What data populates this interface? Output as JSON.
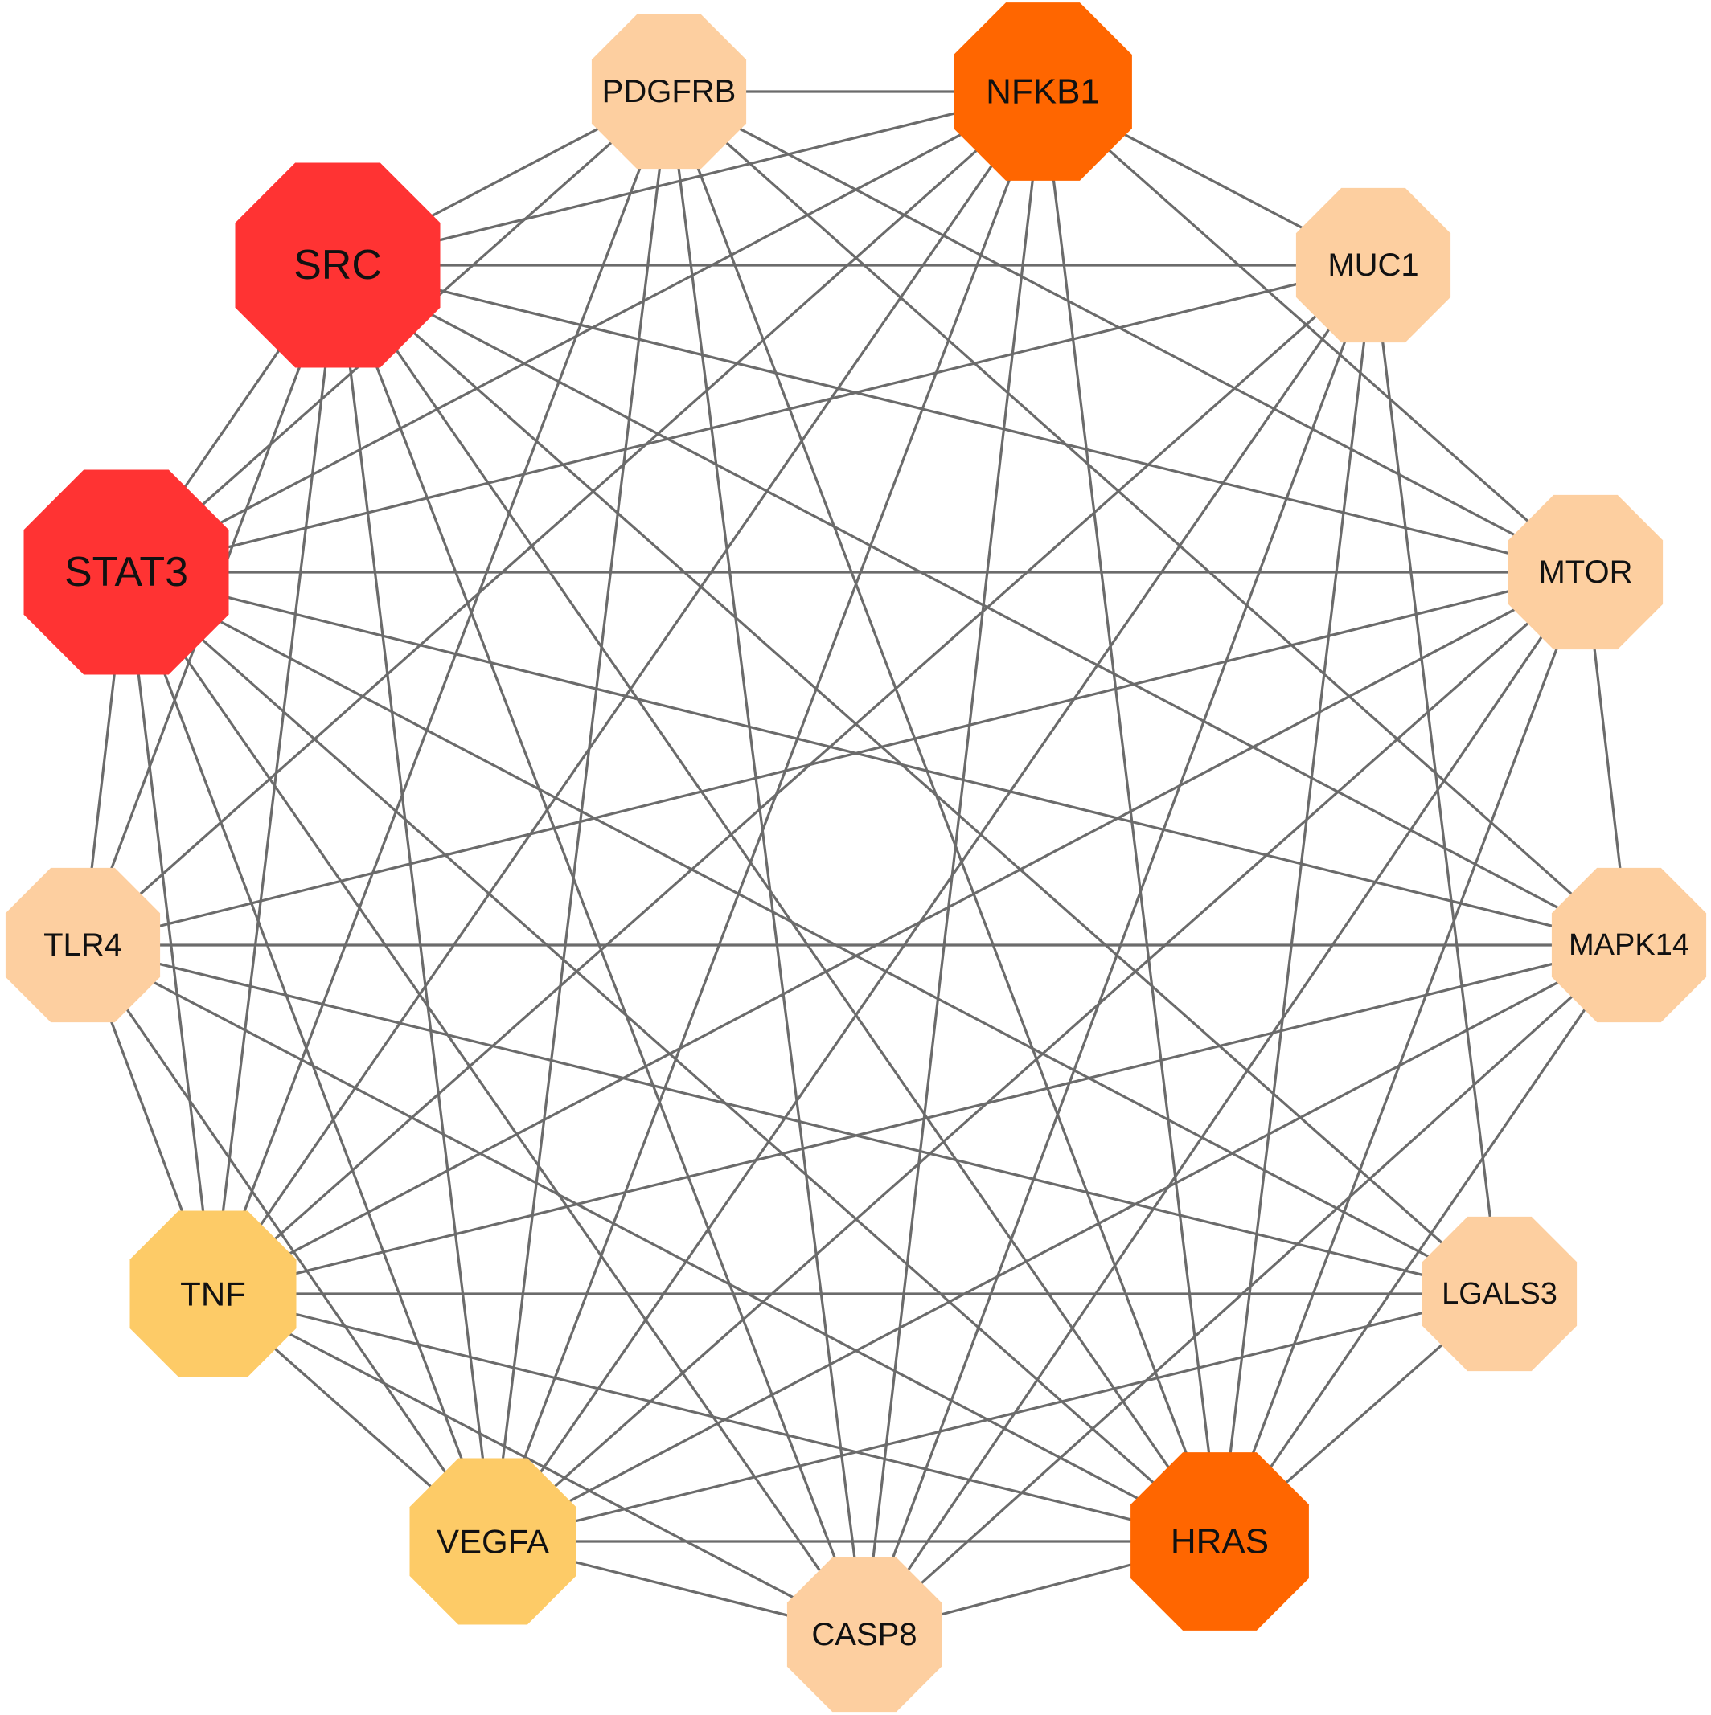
{
  "network": {
    "nodes": [
      {
        "id": "PDGFRB",
        "label": "PDGFRB",
        "color": "#FDCFA0",
        "tier": "low"
      },
      {
        "id": "NFKB1",
        "label": "NFKB1",
        "color": "#FF6600",
        "tier": "high"
      },
      {
        "id": "MUC1",
        "label": "MUC1",
        "color": "#FDCFA0",
        "tier": "low"
      },
      {
        "id": "MTOR",
        "label": "MTOR",
        "color": "#FDCFA0",
        "tier": "low"
      },
      {
        "id": "MAPK14",
        "label": "MAPK14",
        "color": "#FDCFA0",
        "tier": "low"
      },
      {
        "id": "LGALS3",
        "label": "LGALS3",
        "color": "#FDCFA0",
        "tier": "low"
      },
      {
        "id": "HRAS",
        "label": "HRAS",
        "color": "#FF6600",
        "tier": "high"
      },
      {
        "id": "CASP8",
        "label": "CASP8",
        "color": "#FDCFA0",
        "tier": "low"
      },
      {
        "id": "VEGFA",
        "label": "VEGFA",
        "color": "#FDCB67",
        "tier": "mid"
      },
      {
        "id": "TNF",
        "label": "TNF",
        "color": "#FDCB67",
        "tier": "mid"
      },
      {
        "id": "TLR4",
        "label": "TLR4",
        "color": "#FDCFA0",
        "tier": "low"
      },
      {
        "id": "STAT3",
        "label": "STAT3",
        "color": "#FF3333",
        "tier": "top"
      },
      {
        "id": "SRC",
        "label": "SRC",
        "color": "#FF3333",
        "tier": "top"
      }
    ],
    "edges": [
      [
        "SRC",
        "PDGFRB"
      ],
      [
        "SRC",
        "NFKB1"
      ],
      [
        "SRC",
        "MUC1"
      ],
      [
        "SRC",
        "MTOR"
      ],
      [
        "SRC",
        "MAPK14"
      ],
      [
        "SRC",
        "LGALS3"
      ],
      [
        "SRC",
        "HRAS"
      ],
      [
        "SRC",
        "CASP8"
      ],
      [
        "SRC",
        "VEGFA"
      ],
      [
        "SRC",
        "TNF"
      ],
      [
        "SRC",
        "TLR4"
      ],
      [
        "SRC",
        "STAT3"
      ],
      [
        "STAT3",
        "PDGFRB"
      ],
      [
        "STAT3",
        "NFKB1"
      ],
      [
        "STAT3",
        "MUC1"
      ],
      [
        "STAT3",
        "MTOR"
      ],
      [
        "STAT3",
        "MAPK14"
      ],
      [
        "STAT3",
        "LGALS3"
      ],
      [
        "STAT3",
        "HRAS"
      ],
      [
        "STAT3",
        "CASP8"
      ],
      [
        "STAT3",
        "VEGFA"
      ],
      [
        "STAT3",
        "TNF"
      ],
      [
        "STAT3",
        "TLR4"
      ],
      [
        "NFKB1",
        "PDGFRB"
      ],
      [
        "NFKB1",
        "MUC1"
      ],
      [
        "NFKB1",
        "MTOR"
      ],
      [
        "NFKB1",
        "HRAS"
      ],
      [
        "NFKB1",
        "CASP8"
      ],
      [
        "NFKB1",
        "VEGFA"
      ],
      [
        "NFKB1",
        "TNF"
      ],
      [
        "NFKB1",
        "TLR4"
      ],
      [
        "HRAS",
        "PDGFRB"
      ],
      [
        "HRAS",
        "MUC1"
      ],
      [
        "HRAS",
        "MTOR"
      ],
      [
        "HRAS",
        "MAPK14"
      ],
      [
        "HRAS",
        "LGALS3"
      ],
      [
        "HRAS",
        "CASP8"
      ],
      [
        "HRAS",
        "VEGFA"
      ],
      [
        "HRAS",
        "TNF"
      ],
      [
        "HRAS",
        "TLR4"
      ],
      [
        "TNF",
        "PDGFRB"
      ],
      [
        "TNF",
        "MUC1"
      ],
      [
        "TNF",
        "MTOR"
      ],
      [
        "TNF",
        "MAPK14"
      ],
      [
        "TNF",
        "LGALS3"
      ],
      [
        "TNF",
        "CASP8"
      ],
      [
        "TNF",
        "VEGFA"
      ],
      [
        "TNF",
        "TLR4"
      ],
      [
        "VEGFA",
        "PDGFRB"
      ],
      [
        "VEGFA",
        "MUC1"
      ],
      [
        "VEGFA",
        "MTOR"
      ],
      [
        "VEGFA",
        "MAPK14"
      ],
      [
        "VEGFA",
        "LGALS3"
      ],
      [
        "VEGFA",
        "CASP8"
      ],
      [
        "VEGFA",
        "TLR4"
      ],
      [
        "PDGFRB",
        "MTOR"
      ],
      [
        "PDGFRB",
        "MAPK14"
      ],
      [
        "PDGFRB",
        "CASP8"
      ],
      [
        "MUC1",
        "LGALS3"
      ],
      [
        "MUC1",
        "CASP8"
      ],
      [
        "MTOR",
        "MAPK14"
      ],
      [
        "MTOR",
        "CASP8"
      ],
      [
        "MTOR",
        "TLR4"
      ],
      [
        "MAPK14",
        "TLR4"
      ],
      [
        "MAPK14",
        "CASP8"
      ],
      [
        "TLR4",
        "LGALS3"
      ]
    ]
  }
}
